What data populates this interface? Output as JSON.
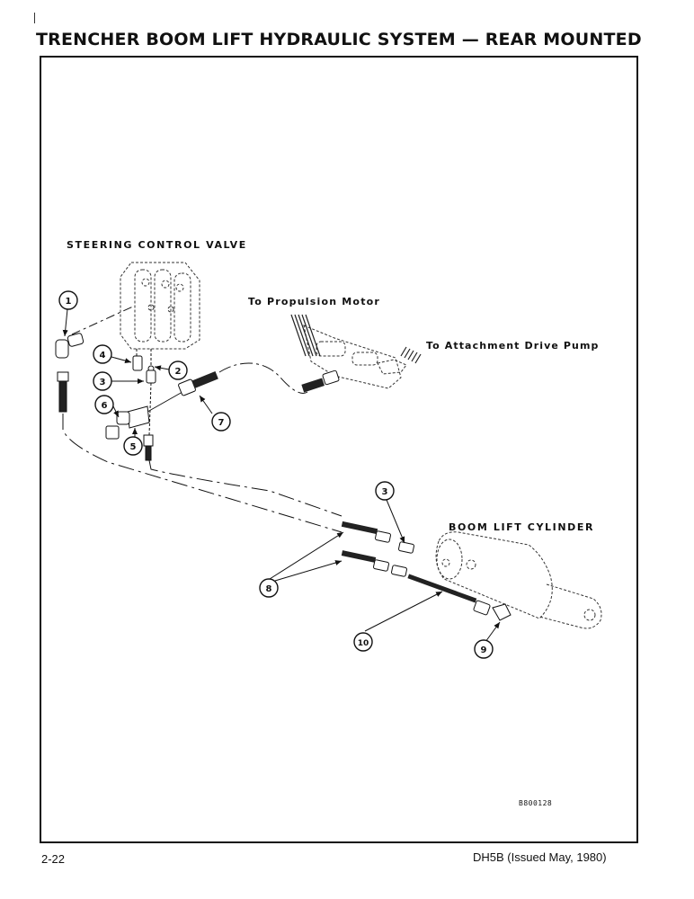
{
  "page": {
    "title": "TRENCHER BOOM LIFT HYDRAULIC SYSTEM — REAR MOUNTED",
    "page_number": "2-22",
    "document_issue": "DH5B (Issued May, 1980)"
  },
  "diagram": {
    "labels": {
      "steering_control_valve": "STEERING CONTROL VALVE",
      "to_propulsion_motor": "To Propulsion Motor",
      "to_attachment_drive_pump": "To Attachment Drive Pump",
      "boom_lift_cylinder": "BOOM LIFT CYLINDER"
    },
    "drawing_id": "B800128",
    "callouts": [
      "1",
      "2",
      "3",
      "4",
      "5",
      "6",
      "7",
      "3",
      "8",
      "10",
      "9"
    ]
  }
}
